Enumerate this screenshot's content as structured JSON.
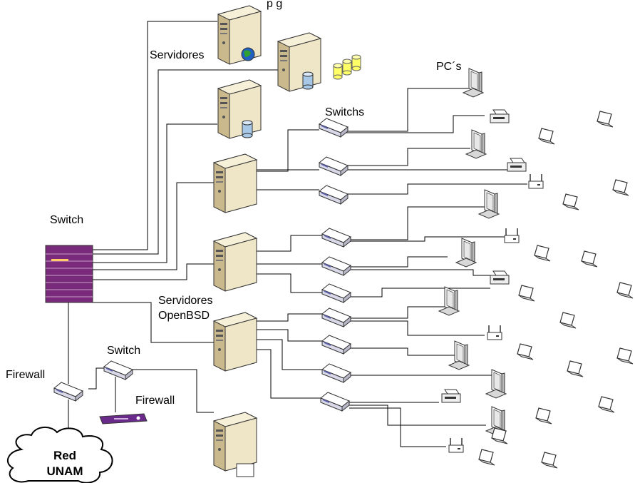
{
  "labels": {
    "servidores": "Servidores",
    "pcs": "PC´s",
    "switchs": "Switchs",
    "switch_main": "Switch",
    "servidores_openbsd_1": "Servidores",
    "servidores_openbsd_2": "OpenBSD",
    "switch_small": "Switch",
    "firewall_left": "Firewall",
    "firewall_device": "Firewall",
    "cloud_line1": "Red",
    "cloud_line2": "UNAM",
    "top_title_fragment": "p        g"
  },
  "colors": {
    "line": "#000000",
    "server_body": "#efe6c8",
    "server_shade": "#c9b98c",
    "switch_body": "#ffffff",
    "switch_port": "#5b5fa8",
    "core_switch": "#7a2a7a",
    "firewall_box": "#6a2a8a",
    "db_disk": "#ffff66",
    "monitor": "#e8e8e8",
    "globe_blue": "#2060c0",
    "globe_green": "#30a030"
  },
  "icons": [
    "server-icon",
    "switch-icon",
    "core-switch-icon",
    "firewall-icon",
    "monitor-icon",
    "laptop-icon",
    "printer-icon",
    "wireless-ap-icon",
    "database-icon",
    "cloud-icon",
    "globe-icon"
  ]
}
